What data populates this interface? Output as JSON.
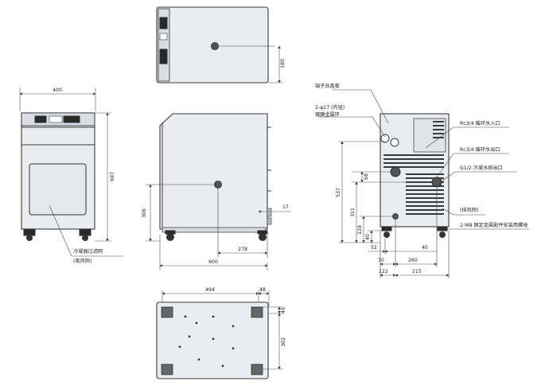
{
  "dimensions": {
    "top_180": "180",
    "front_400": "400",
    "front_697": "697",
    "side_306": "306",
    "side_278": "278",
    "side_600": "600",
    "side_17": "17",
    "rear_537": "537",
    "rear_311": "311",
    "rear_68": "68",
    "rear_128": "128",
    "rear_40a": "40",
    "rear_52": "52",
    "rear_40b": "40",
    "rear_70": "70",
    "rear_260": "260",
    "rear_122": "122",
    "rear_215": "215",
    "bottom_494": "494",
    "bottom_48": "48",
    "bottom_45": "45",
    "bottom_302": "302"
  },
  "labels": {
    "terminal_cover": "端子台盖板",
    "grommet_line1": "2-φ27 (内径)",
    "grommet_line2": "镀膜金属环",
    "inlet": "Rc3/4 循环水入口",
    "outlet": "Rc3/4 循环水出口",
    "drain": "G1/2 冷凝水排出口",
    "exhaust": "(排风侧)",
    "bolt": "2-M8 固定金属配件安装用螺母",
    "filter_line1": "冷凝器过滤网",
    "filter_line2": "(吸风侧)"
  }
}
